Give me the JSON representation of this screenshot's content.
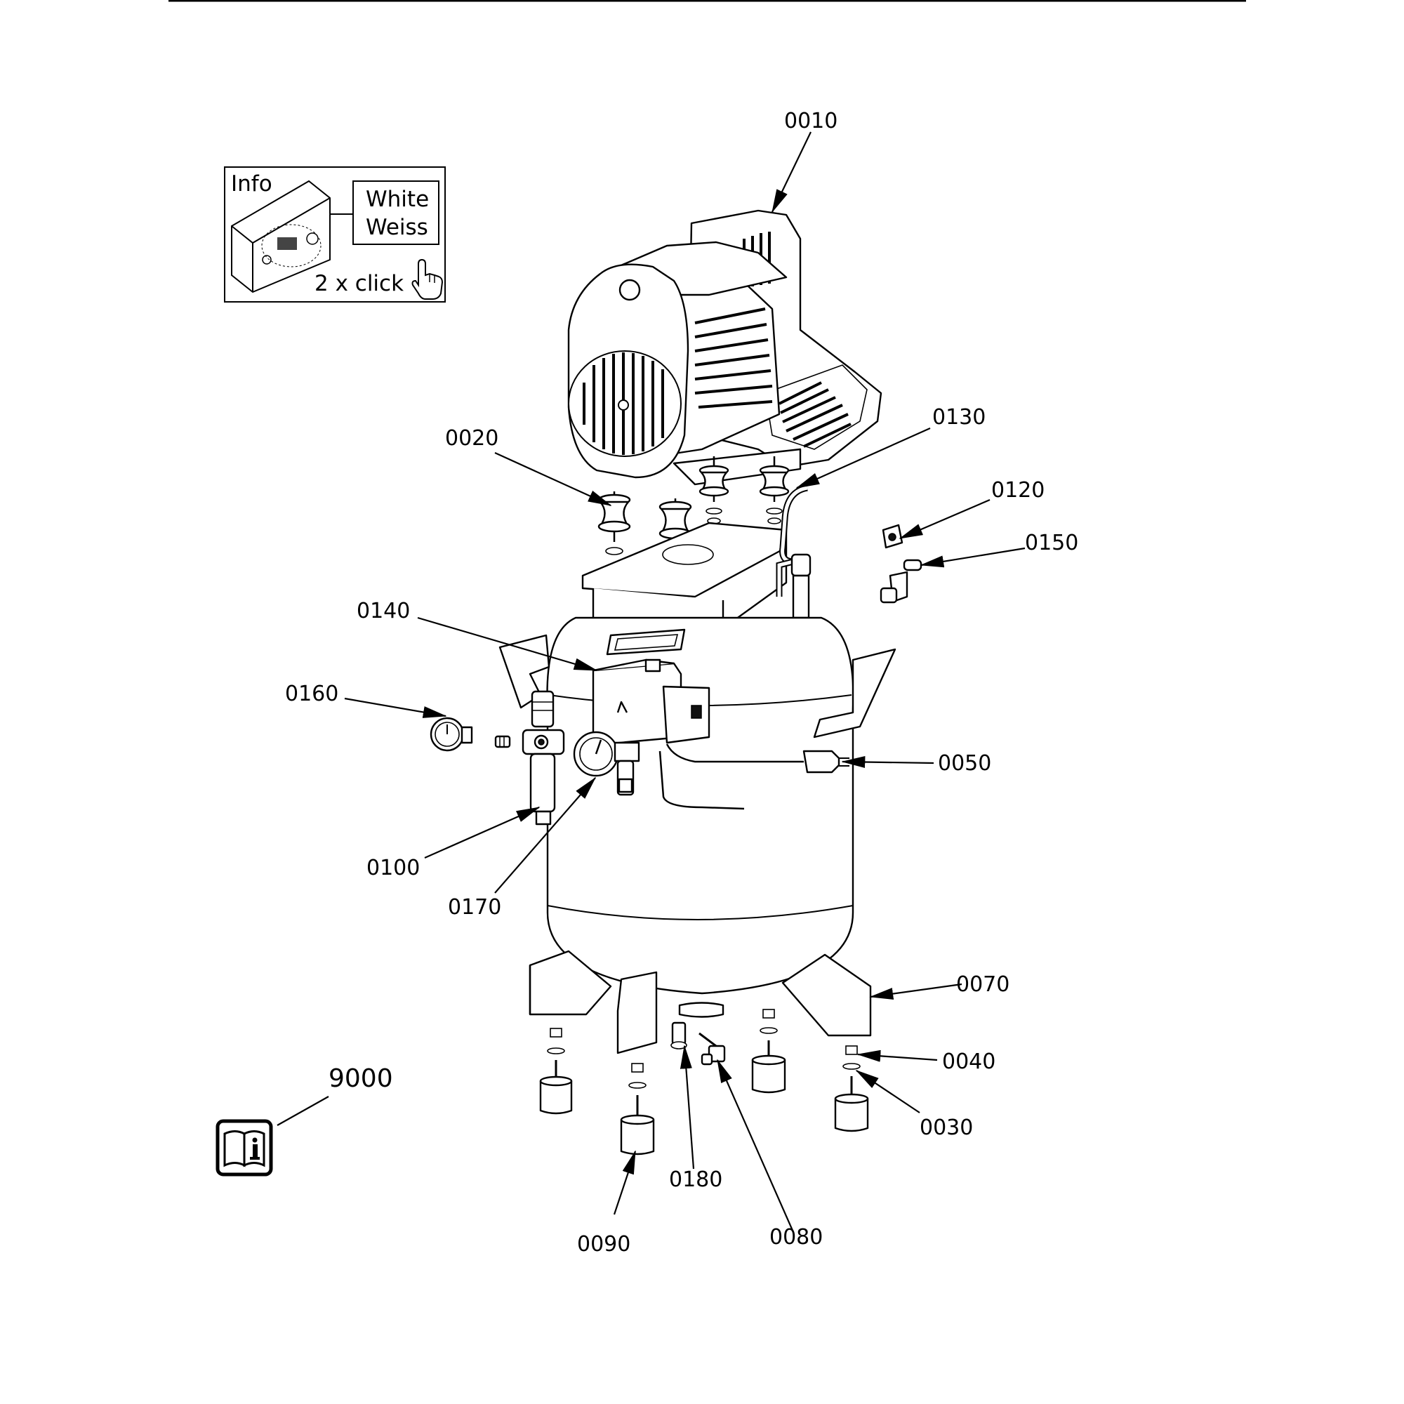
{
  "info_box": {
    "title": "Info",
    "color_en": "White",
    "color_de": "Weiss",
    "hint": "2 x click",
    "hand_icon": "pointer-hand-icon"
  },
  "manual": {
    "number": "9000",
    "icon": "manual-info-book-icon"
  },
  "callouts": {
    "p0010": "0010",
    "p0020": "0020",
    "p0030": "0030",
    "p0040": "0040",
    "p0050": "0050",
    "p0070": "0070",
    "p0080": "0080",
    "p0090": "0090",
    "p0100": "0100",
    "p0120": "0120",
    "p0130": "0130",
    "p0140": "0140",
    "p0150": "0150",
    "p0160": "0160",
    "p0170": "0170",
    "p0180": "0180"
  }
}
